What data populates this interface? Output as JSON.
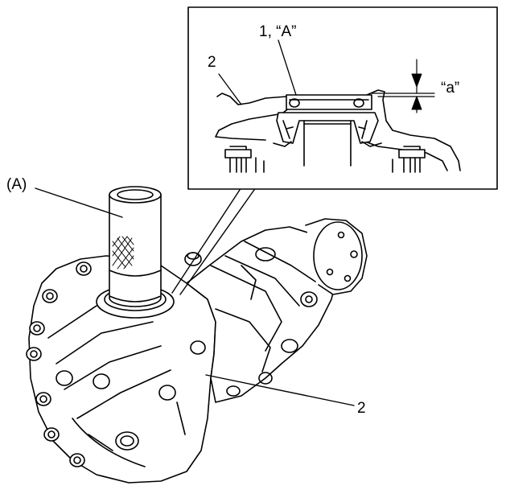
{
  "labels": {
    "tool": "(A)",
    "seal_ref": "1, “A”",
    "case_inset": "2",
    "clearance": "“a”",
    "case_main": "2"
  },
  "colors": {
    "ink": "#000000",
    "paper": "#ffffff"
  }
}
